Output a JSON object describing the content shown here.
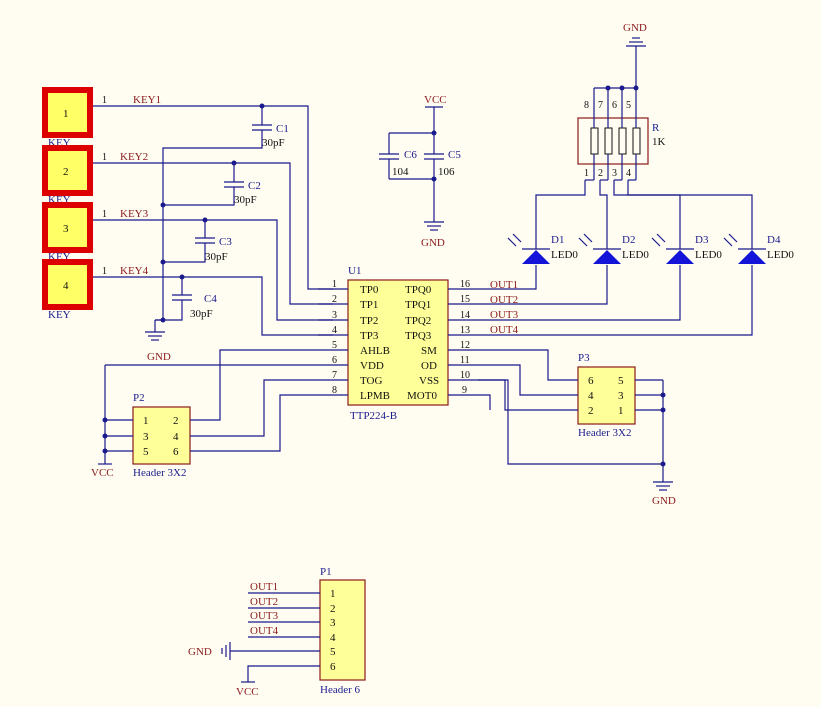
{
  "u1": {
    "designator": "U1",
    "part": "TTP224-B",
    "left_pins": [
      {
        "num": "1",
        "name": "TP0"
      },
      {
        "num": "2",
        "name": "TP1"
      },
      {
        "num": "3",
        "name": "TP2"
      },
      {
        "num": "4",
        "name": "TP3"
      },
      {
        "num": "5",
        "name": "AHLB"
      },
      {
        "num": "6",
        "name": "VDD"
      },
      {
        "num": "7",
        "name": "TOG"
      },
      {
        "num": "8",
        "name": "LPMB"
      }
    ],
    "right_pins": [
      {
        "num": "16",
        "name": "TPQ0"
      },
      {
        "num": "15",
        "name": "TPQ1"
      },
      {
        "num": "14",
        "name": "TPQ2"
      },
      {
        "num": "13",
        "name": "TPQ3"
      },
      {
        "num": "12",
        "name": "SM"
      },
      {
        "num": "11",
        "name": "OD"
      },
      {
        "num": "10",
        "name": "VSS"
      },
      {
        "num": "9",
        "name": "MOT0"
      }
    ]
  },
  "keys": [
    {
      "pad": "1",
      "name": "KEY",
      "pin": "1",
      "net": "KEY1"
    },
    {
      "pad": "2",
      "name": "KEY",
      "pin": "1",
      "net": "KEY2"
    },
    {
      "pad": "3",
      "name": "KEY",
      "pin": "1",
      "net": "KEY3"
    },
    {
      "pad": "4",
      "name": "KEY",
      "pin": "1",
      "net": "KEY4"
    }
  ],
  "caps": [
    {
      "name": "C1",
      "value": "30pF"
    },
    {
      "name": "C2",
      "value": "30pF"
    },
    {
      "name": "C3",
      "value": "30pF"
    },
    {
      "name": "C4",
      "value": "30pF"
    },
    {
      "name": "C5",
      "value": "106"
    },
    {
      "name": "C6",
      "value": "104"
    }
  ],
  "outputs": [
    "OUT1",
    "OUT2",
    "OUT3",
    "OUT4"
  ],
  "leds": [
    {
      "name": "D1",
      "value": "LED0"
    },
    {
      "name": "D2",
      "value": "LED0"
    },
    {
      "name": "D3",
      "value": "LED0"
    },
    {
      "name": "D4",
      "value": "LED0"
    }
  ],
  "rnet": {
    "name": "R",
    "value": "1K",
    "top_pins": [
      "8",
      "7",
      "6",
      "5"
    ],
    "bottom_pins": [
      "1",
      "2",
      "3",
      "4"
    ]
  },
  "p2": {
    "name": "P2",
    "part": "Header 3X2",
    "pins": [
      "1",
      "2",
      "3",
      "4",
      "5",
      "6"
    ]
  },
  "p3": {
    "name": "P3",
    "part": "Header 3X2",
    "pins": [
      "6",
      "5",
      "4",
      "3",
      "2",
      "1"
    ]
  },
  "p1": {
    "name": "P1",
    "part": "Header 6",
    "pins": [
      "1",
      "2",
      "3",
      "4",
      "5",
      "6"
    ]
  },
  "power": {
    "gnd": "GND",
    "vcc": "VCC"
  }
}
